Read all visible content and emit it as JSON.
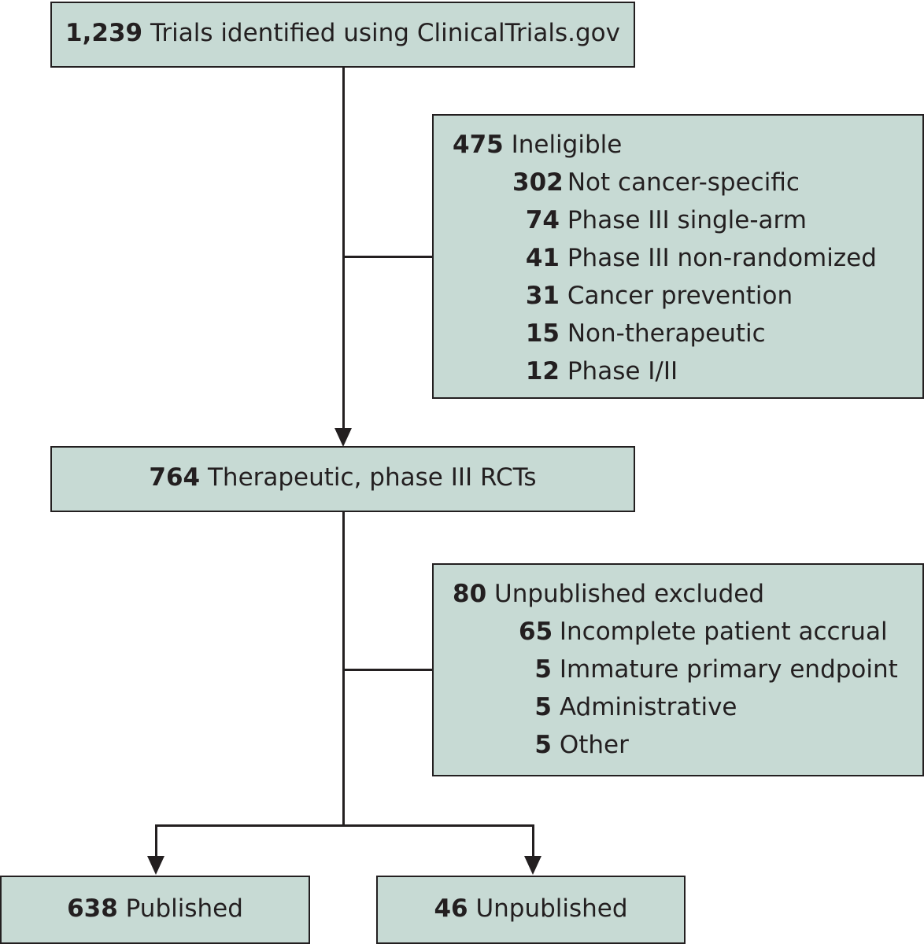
{
  "nodes": {
    "identified": {
      "count": "1,239",
      "label": "Trials identified using ClinicalTrials.gov"
    },
    "ineligible": {
      "count": "475",
      "label": "Ineligible",
      "items": [
        {
          "count": "302",
          "label": "Not cancer-specific"
        },
        {
          "count": "74",
          "label": "Phase III single-arm"
        },
        {
          "count": "41",
          "label": "Phase III non-randomized"
        },
        {
          "count": "31",
          "label": "Cancer prevention"
        },
        {
          "count": "15",
          "label": "Non-therapeutic"
        },
        {
          "count": "12",
          "label": "Phase I/II"
        }
      ]
    },
    "therapeutic": {
      "count": "764",
      "label": "Therapeutic, phase III RCTs"
    },
    "excluded": {
      "count": "80",
      "label": "Unpublished excluded",
      "items": [
        {
          "count": "65",
          "label": "Incomplete patient accrual"
        },
        {
          "count": "5",
          "label": "Immature primary endpoint"
        },
        {
          "count": "5",
          "label": "Administrative"
        },
        {
          "count": "5",
          "label": "Other"
        }
      ]
    },
    "published": {
      "count": "638",
      "label": "Published"
    },
    "unpublished": {
      "count": "46",
      "label": "Unpublished"
    }
  },
  "colors": {
    "box_fill": "#c7dad4",
    "stroke": "#231f20"
  }
}
